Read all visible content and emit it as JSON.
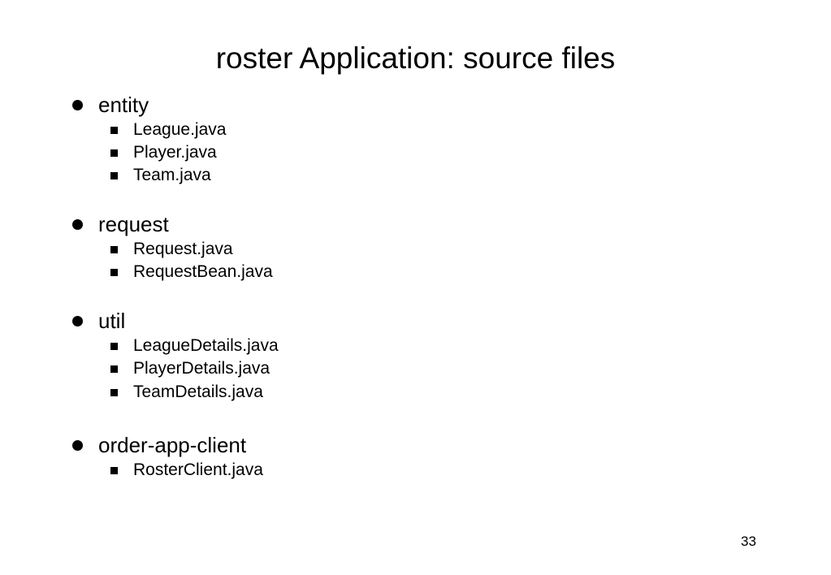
{
  "slide": {
    "title": "roster Application: source files",
    "page_number": "33"
  },
  "groups": [
    {
      "label": "entity",
      "files": [
        "League.java",
        "Player.java",
        "Team.java"
      ]
    },
    {
      "label": "request",
      "files": [
        "Request.java",
        "RequestBean.java"
      ]
    },
    {
      "label": "util",
      "files": [
        "LeagueDetails.java",
        "PlayerDetails.java",
        "TeamDetails.java"
      ]
    },
    {
      "label": "order-app-client",
      "files": [
        "RosterClient.java"
      ]
    }
  ]
}
